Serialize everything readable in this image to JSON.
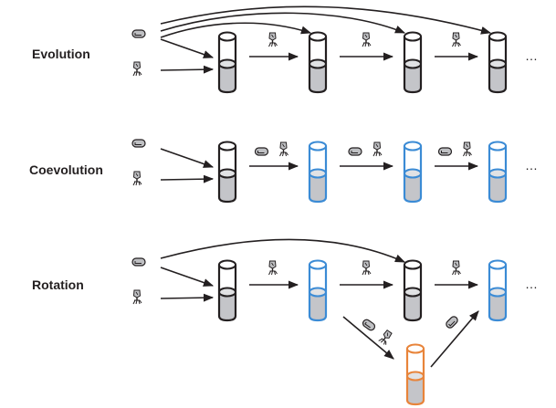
{
  "colors": {
    "ink": "#231f20",
    "liquid": "#c4c5c9",
    "default_tube": "#231f20",
    "coevolved_tube": "#3b8bd5",
    "rotation_tube": "#e8843a",
    "icon_fill": "#bfc0c3"
  },
  "legend_icons": {
    "bacteria": "bacteria-icon",
    "phage": "phage-icon"
  },
  "rows": [
    {
      "id": "evolution",
      "label": "Evolution",
      "tube_colors": [
        "default",
        "default",
        "default",
        "default"
      ],
      "transfer_labels": [
        [
          "phage"
        ],
        [
          "phage"
        ],
        [
          "phage"
        ]
      ],
      "fresh_bacteria_each_transfer": true,
      "continuation": "…"
    },
    {
      "id": "coevolution",
      "label": "Coevolution",
      "tube_colors": [
        "default",
        "coevolved",
        "coevolved",
        "coevolved"
      ],
      "transfer_labels": [
        [
          "bacteria",
          "phage"
        ],
        [
          "bacteria",
          "phage"
        ],
        [
          "bacteria",
          "phage"
        ]
      ],
      "fresh_bacteria_each_transfer": false,
      "continuation": "…"
    },
    {
      "id": "rotation",
      "label": "Rotation",
      "tube_colors": [
        "default",
        "coevolved",
        "default",
        "coevolved"
      ],
      "transfer_labels": [
        [
          "phage"
        ],
        [
          "phage"
        ],
        [
          "phage"
        ]
      ],
      "side_tube_color": "rotation",
      "side_branch_labels": [
        [
          "bacteria",
          "phage"
        ],
        [
          "bacteria"
        ]
      ],
      "fresh_bacteria_to_tube": 3,
      "continuation": "…"
    }
  ]
}
